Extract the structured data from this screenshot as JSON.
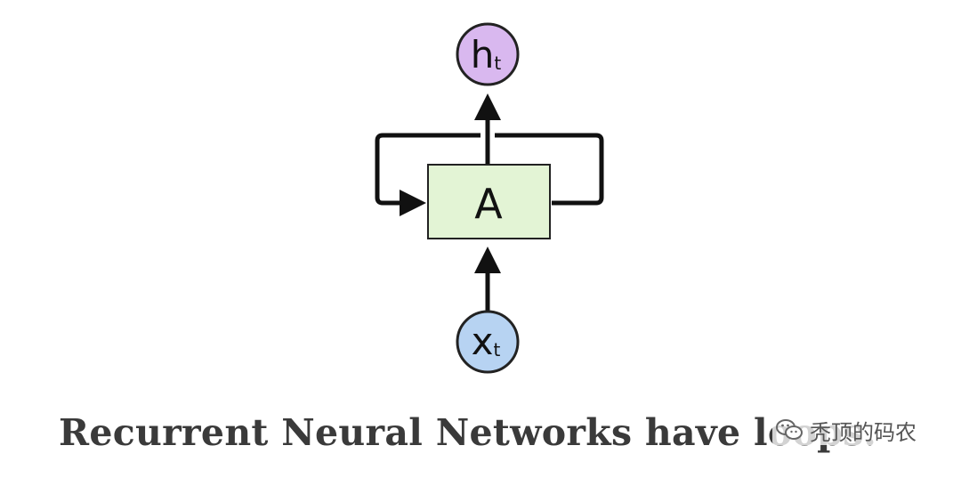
{
  "diagram": {
    "cell_label": "A",
    "output_main": "h",
    "output_sub": "t",
    "input_main": "x",
    "input_sub": "t",
    "colors": {
      "cell_fill": "#e3f4d5",
      "output_fill": "#d9b8ef",
      "input_fill": "#b7d3f2",
      "stroke": "#111111"
    }
  },
  "caption": "Recurrent Neural Networks have loops.",
  "watermark": {
    "icon": "wechat-icon",
    "text": "秃顶的码农"
  }
}
